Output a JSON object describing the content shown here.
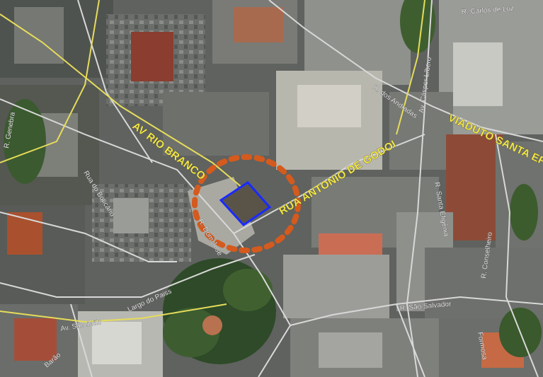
{
  "map": {
    "major_labels": [
      {
        "id": "av-rio-branco",
        "text": "AV RIO BRANCO"
      },
      {
        "id": "rua-antonio-de-godoi",
        "text": "RUA ANTONIO DE GODOI"
      },
      {
        "id": "viaduto-santa-efigenia",
        "text": "VIADUTO SANTA EFIGENIA"
      }
    ],
    "minor_labels": [
      {
        "id": "r-carlos-do-parque",
        "text": "R. Carlos de Luz"
      },
      {
        "id": "av-casper-libero",
        "text": "Av. Cásper Líbero"
      },
      {
        "id": "r-dos-andradas",
        "text": "R. dos Andradas"
      },
      {
        "id": "r-santa-efigenia",
        "text": "R. Santa Efigênia"
      },
      {
        "id": "r-do-boticario",
        "text": "Rua do Boticário"
      },
      {
        "id": "r-dom-jose",
        "text": "R. Dom José"
      },
      {
        "id": "largo-paissandu",
        "text": "Largo do Paiss"
      },
      {
        "id": "av-sao-joao",
        "text": "Av. São João"
      },
      {
        "id": "r-sao-salvador",
        "text": "R. São Salvador"
      },
      {
        "id": "r-conselheiro",
        "text": "R. Conselheiro"
      },
      {
        "id": "r-barao",
        "text": "Barão"
      },
      {
        "id": "r-formosa",
        "text": "Formosa"
      },
      {
        "id": "r-genebra",
        "text": "R. Genebra"
      }
    ],
    "colors": {
      "highlight_circle": "#d45a1e",
      "site_box": "#1a2aff",
      "major_road": "#e6dc5a",
      "street_line": "#d8d8d8"
    }
  }
}
